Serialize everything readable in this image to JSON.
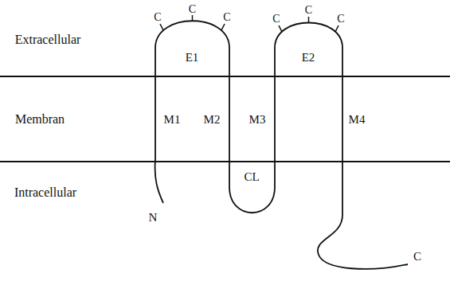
{
  "diagram": {
    "labels": [
      "Extracellular",
      "C",
      "C",
      "C",
      "E1",
      "C",
      "C",
      "C",
      "E2",
      "Membran",
      "M1",
      "M2",
      "M3",
      "M4",
      "Intracellular",
      "CL",
      "N",
      "C"
    ]
  }
}
